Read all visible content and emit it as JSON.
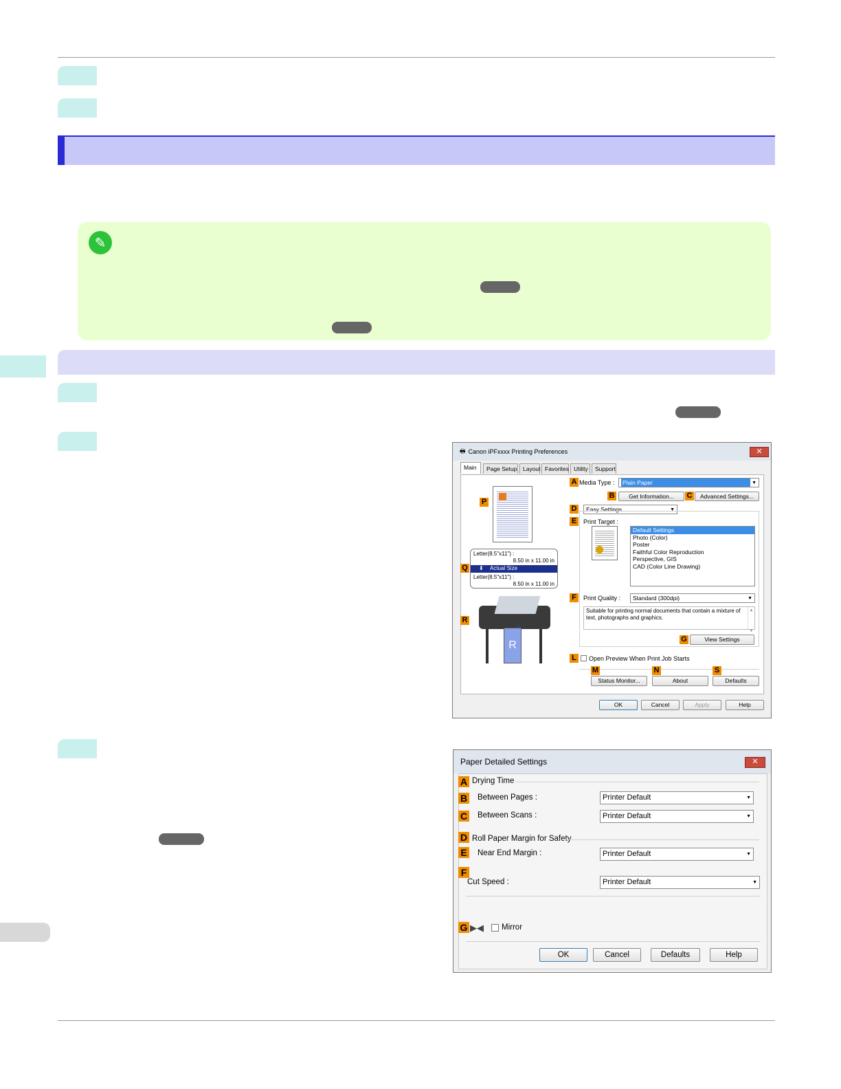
{
  "main_dialog": {
    "title": "Canon iPFxxxx Printing Preferences",
    "tabs": [
      "Main",
      "Page Setup",
      "Layout",
      "Favorites",
      "Utility",
      "Support"
    ],
    "media_type_label": "Media Type :",
    "media_type_value": "Plain Paper",
    "get_information": "Get Information...",
    "advanced_settings": "Advanced Settings...",
    "easy_settings": "Easy Settings",
    "print_target_label": "Print Target :",
    "print_targets": [
      "Default Settings",
      "Photo (Color)",
      "Poster",
      "Faithful Color Reproduction",
      "Perspective, GIS",
      "CAD (Color Line Drawing)"
    ],
    "print_quality_label": "Print Quality :",
    "print_quality_value": "Standard (300dpi)",
    "description": "Suitable for printing normal documents that contain a mixture of text, photographs and graphics.",
    "view_settings": "View Settings",
    "open_preview": "Open Preview When Print Job Starts",
    "status_monitor": "Status Monitor...",
    "about": "About",
    "defaults": "Defaults",
    "ok": "OK",
    "cancel": "Cancel",
    "apply": "Apply",
    "help": "Help",
    "size_line1": "Letter(8.5\"x11\") :",
    "size_line2": "8.50 in x 11.00 in",
    "actual_size": "Actual Size",
    "size_line3": "Letter(8.5\"x11\") :",
    "size_line4": "8.50 in x 11.00 in",
    "tags": {
      "A": "A",
      "B": "B",
      "C": "C",
      "D": "D",
      "E": "E",
      "F": "F",
      "G": "G",
      "L": "L",
      "M": "M",
      "N": "N",
      "S": "S",
      "P": "P",
      "Q": "Q",
      "R": "R"
    }
  },
  "paper_dialog": {
    "title": "Paper Detailed Settings",
    "drying_time": "Drying Time",
    "between_pages": "Between Pages :",
    "between_pages_value": "Printer Default",
    "between_scans": "Between Scans :",
    "between_scans_value": "Printer Default",
    "roll_margin": "Roll Paper Margin for Safety",
    "near_end_margin": "Near End Margin :",
    "near_end_value": "Printer Default",
    "cut_speed": "Cut Speed :",
    "cut_speed_value": "Printer Default",
    "mirror": "Mirror",
    "ok": "OK",
    "cancel": "Cancel",
    "defaults": "Defaults",
    "help": "Help",
    "tags": {
      "A": "A",
      "B": "B",
      "C": "C",
      "D": "D",
      "E": "E",
      "F": "F",
      "G": "G"
    }
  },
  "colors": {
    "section_header": "#c8c8f8",
    "section_accent": "#2b2bd6",
    "step_badge": "#c9f0ec",
    "note_bg": "#eaffd0",
    "tag_orange": "#f08c00"
  }
}
